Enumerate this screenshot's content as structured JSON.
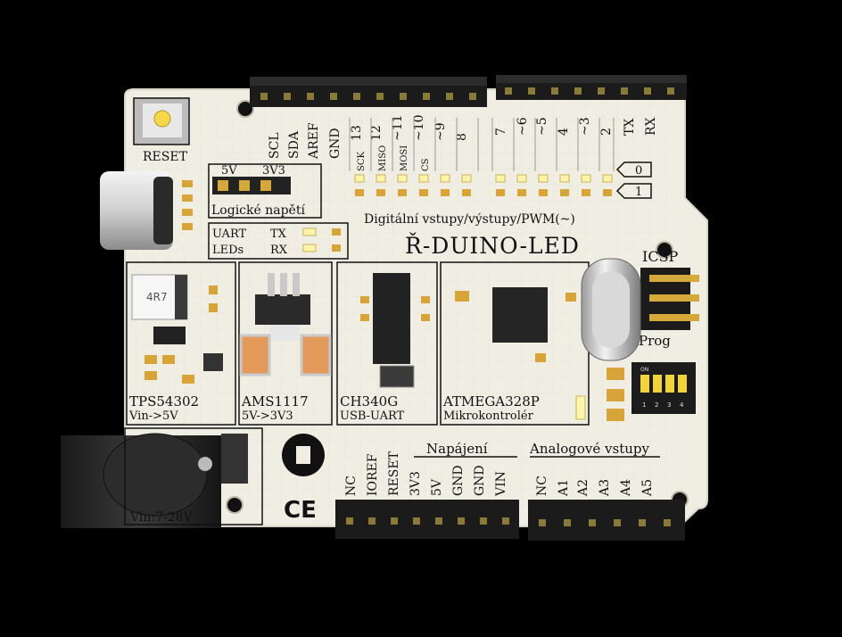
{
  "board": {
    "name": "Ř-DUINO-LED",
    "reset_label": "RESET",
    "logic_voltage": {
      "title": "Logické napětí",
      "opt_5v": "5V",
      "opt_3v3": "3V3"
    },
    "uart_leds": {
      "line1": "UART",
      "line2": "LEDs",
      "tx": "TX",
      "rx": "RX"
    },
    "digital_title": "Digitální vstupy/výstupy/PWM(~)",
    "top_left_pins": [
      "SCL",
      "SDA",
      "AREF",
      "GND",
      "13",
      "12",
      "~11",
      "~10",
      "~9",
      "8"
    ],
    "top_left_sub": [
      "SCK",
      "MISO",
      "MOSI",
      "CS"
    ],
    "top_right_pins": [
      "7",
      "~6",
      "~5",
      "4",
      "~3",
      "2",
      "TX",
      "RX"
    ],
    "level_labels": [
      "0",
      "1"
    ],
    "icsp": "ICSP",
    "prog": "Prog",
    "dip_numbers": [
      "1",
      "2",
      "3",
      "4"
    ],
    "dip_on": "ON",
    "blocks": {
      "tps": {
        "name": "TPS54302",
        "desc": "Vin->5V",
        "inductor": "4R7"
      },
      "ams": {
        "name": "AMS1117",
        "desc": "5V->3V3"
      },
      "ch340": {
        "name": "CH340G",
        "desc": "USB-UART"
      },
      "atmega": {
        "name": "ATMEGA328P",
        "desc": "Mikrokontrolér"
      }
    },
    "vin_range": "Vin:7-28V",
    "power_title": "Napájení",
    "analog_title": "Analogové vstupy",
    "bottom_power_pins": [
      "NC",
      "IOREF",
      "RESET",
      "3V3",
      "5V",
      "GND",
      "GND",
      "VIN"
    ],
    "bottom_analog_pins": [
      "NC",
      "A1",
      "A2",
      "A3",
      "A4",
      "A5"
    ],
    "ce": "CE"
  }
}
